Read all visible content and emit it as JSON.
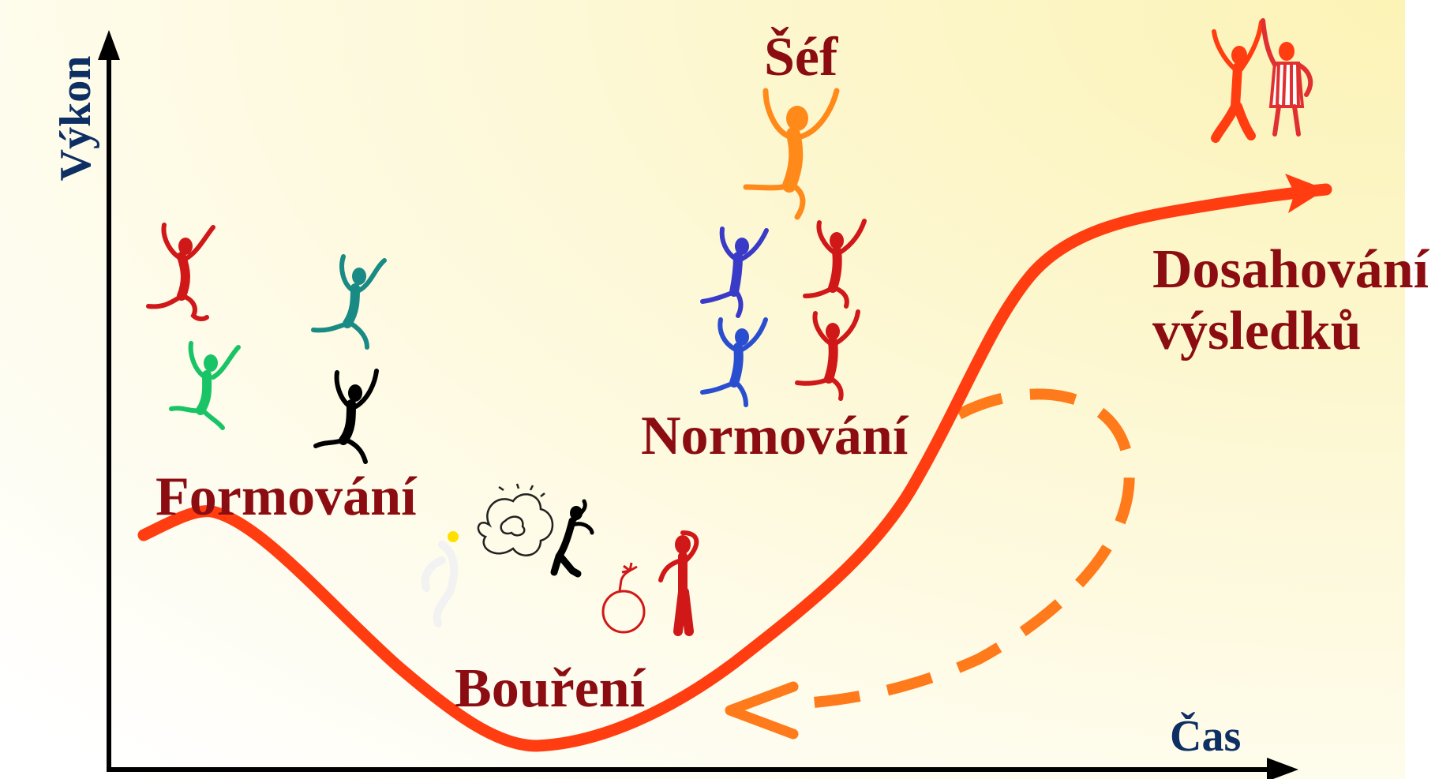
{
  "axes": {
    "y_label": "Výkon",
    "x_label": "Čas"
  },
  "stages": {
    "forming": "Formování",
    "storming": "Bouření",
    "norming": "Normování",
    "performing": "Dosahování výsledků"
  },
  "boss_label": "Šéf",
  "colors": {
    "background_top": "#fdf7c8",
    "background_bottom": "#ffffff",
    "curve": "#ff3d10",
    "dashed_loop": "#ff7a1a",
    "stage_text": "#8b0d12",
    "axis_text": "#0e2f63"
  }
}
